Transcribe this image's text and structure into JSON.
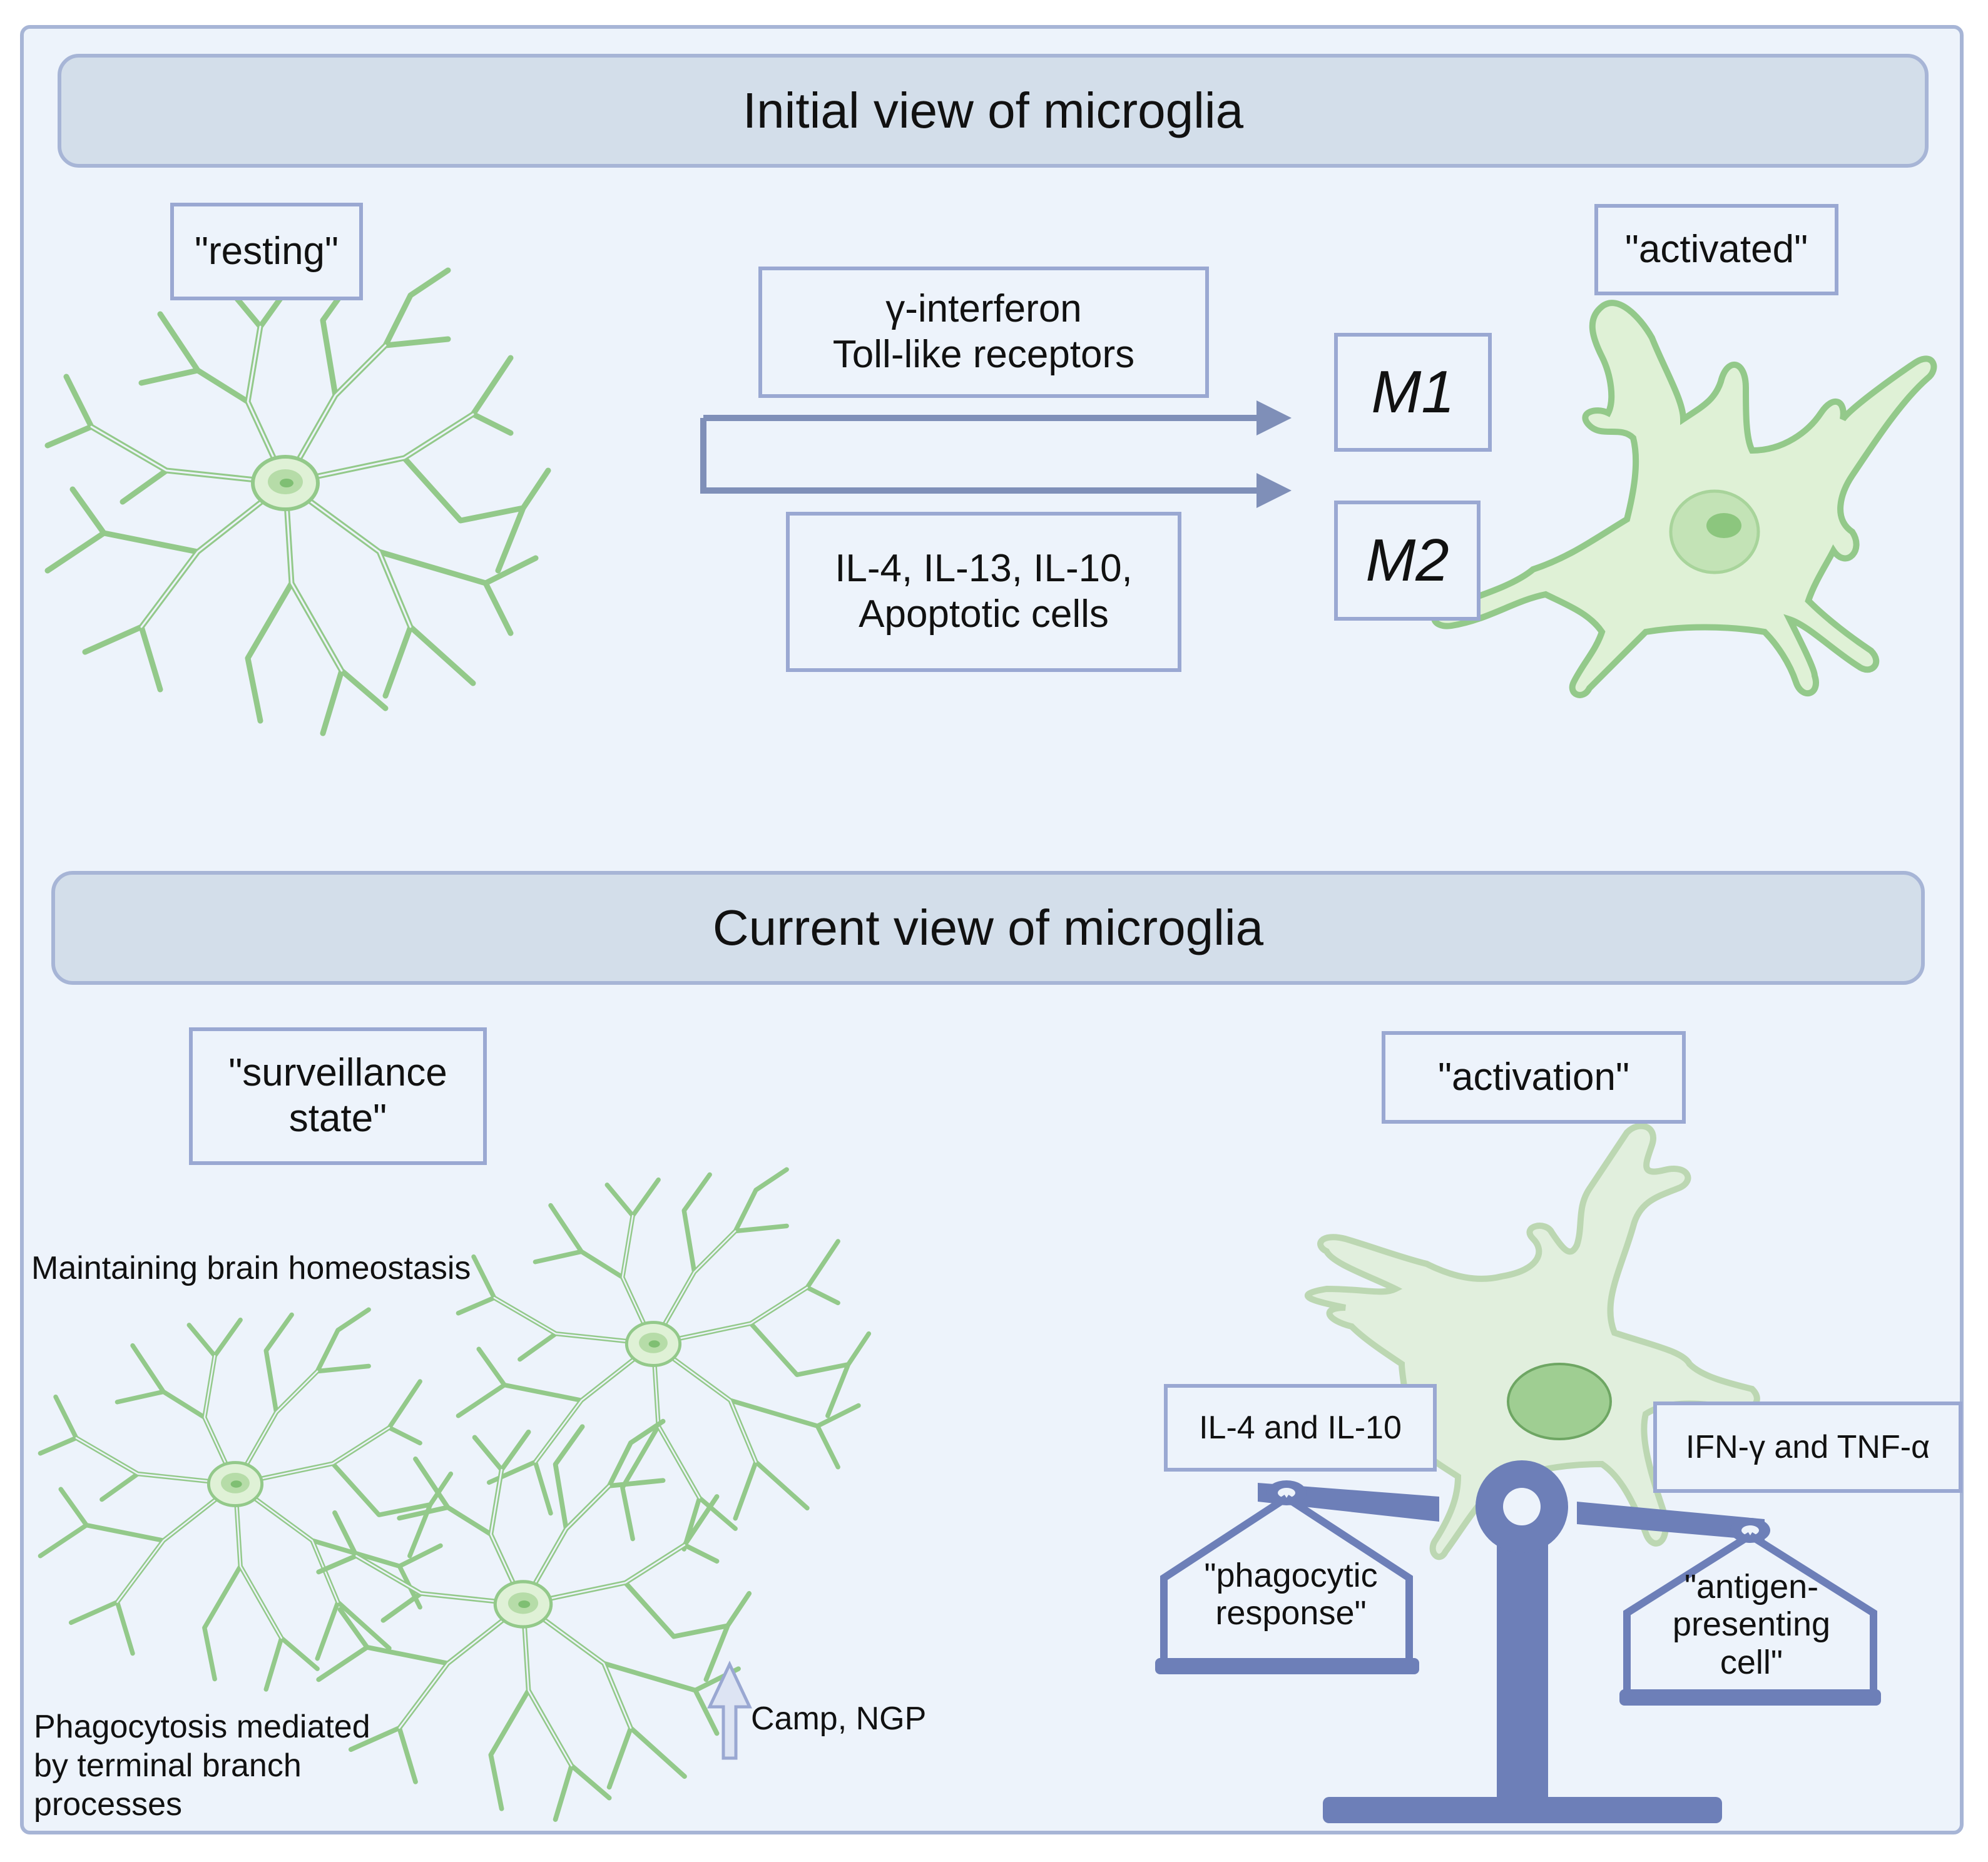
{
  "initial": {
    "title": "Initial view of microglia",
    "resting_label": "\"resting\"",
    "activated_label": "\"activated\"",
    "m1_stimuli": [
      "γ-interferon",
      "Toll-like receptors"
    ],
    "m2_stimuli": [
      "IL-4, IL-13, IL-10,",
      "Apoptotic cells"
    ],
    "m1": "M1",
    "m2": "M2"
  },
  "current": {
    "title": "Current view of microglia",
    "surveillance_label": [
      "\"surveillance",
      "state\""
    ],
    "activation_label": "\"activation\"",
    "homeostasis_text": "Maintaining brain homeostasis",
    "phagocytosis_text": [
      "Phagocytosis mediated",
      "by terminal branch",
      "processes"
    ],
    "upregulation_text": "Camp, NGP",
    "left_cytokines": "IL-4 and IL-10",
    "right_cytokines": "IFN-γ and TNF-α",
    "left_pan": [
      "\"phagocytic",
      "response\""
    ],
    "right_pan": [
      "\"antigen-",
      "presenting",
      "cell\""
    ]
  },
  "colors": {
    "background": "#edf3fb",
    "banner": "#d3deea",
    "border": "#a7b5d6",
    "arrow": "#7f8fb8",
    "cell_fill": "#dff1d6",
    "cell_stroke": "#93c98a",
    "nucleus": "#9fce92",
    "scale": "#6d7fb8"
  },
  "icons": [
    "ramified-microglia-icon",
    "amoeboid-microglia-icon",
    "balance-scale-icon",
    "up-arrow-icon"
  ]
}
